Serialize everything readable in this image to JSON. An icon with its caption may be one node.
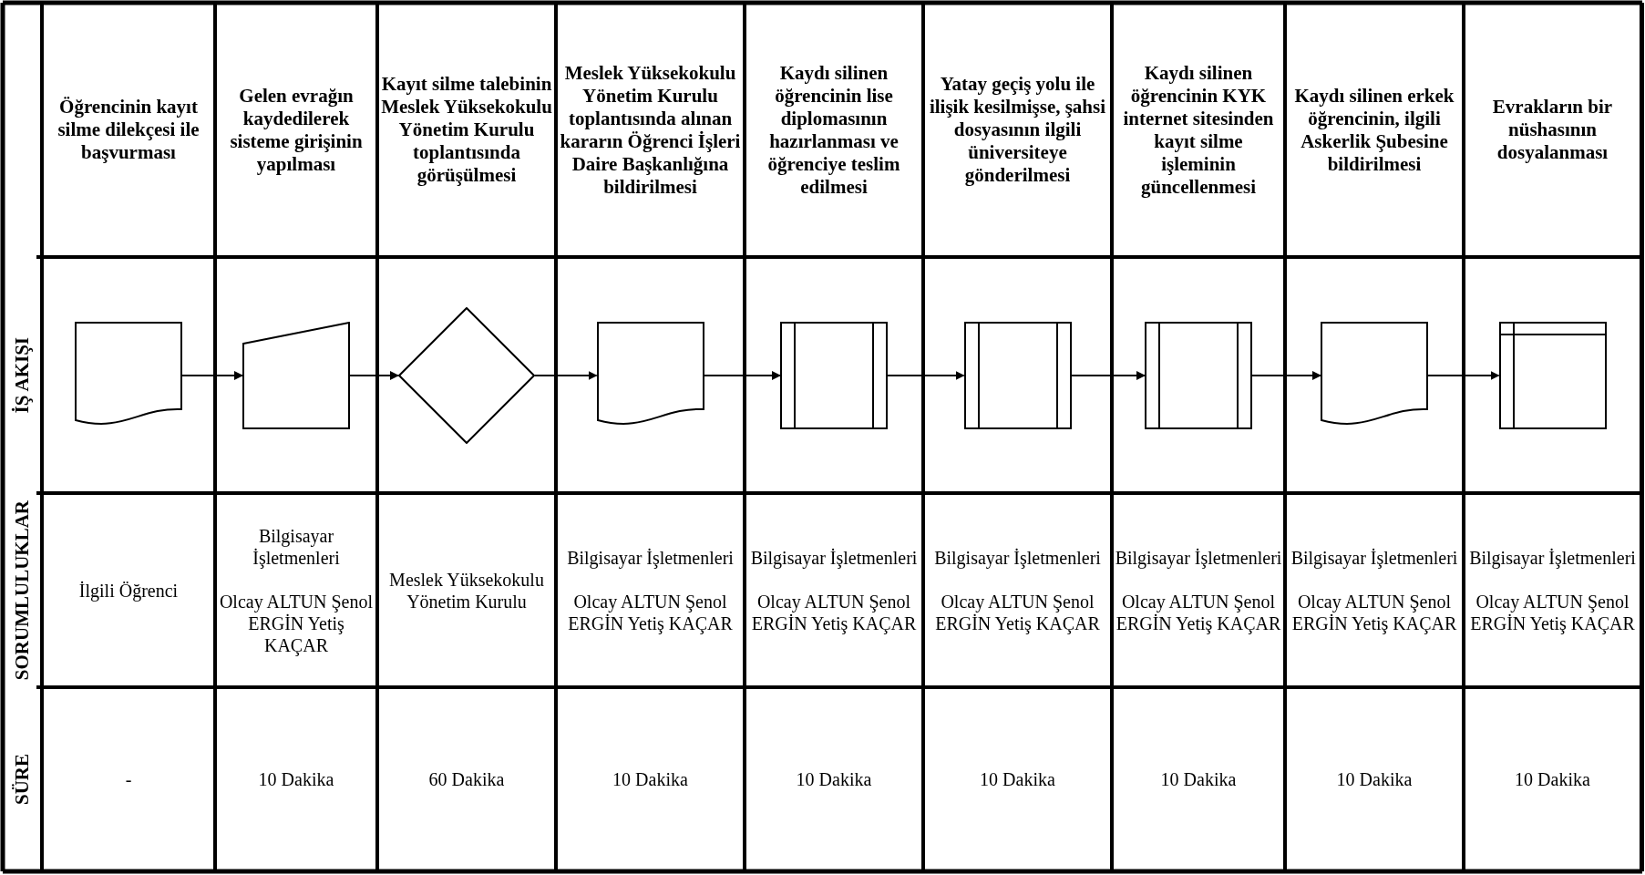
{
  "diagram": {
    "nodes": [
      {
        "text": [],
        "shape": "document"
      },
      {
        "text": [],
        "shape": "trapezoid"
      },
      {
        "text": [],
        "shape": "diamond"
      },
      {
        "text": [],
        "shape": "document"
      },
      {
        "text": [],
        "shape": "box"
      },
      {
        "text": [],
        "shape": "box"
      },
      {
        "text": [],
        "shape": "box"
      },
      {
        "text": [],
        "shape": "document"
      },
      {
        "text": [],
        "shape": "box"
      }
    ],
    "edges": [
      {
        "from": 0,
        "to": 1,
        "arrow": "to"
      },
      {
        "from": 1,
        "to": 2,
        "arrow": "to"
      },
      {
        "from": 2,
        "to": 3,
        "arrow": "to"
      },
      {
        "from": 3,
        "to": 4,
        "arrow": "to"
      },
      {
        "from": 4,
        "to": 5,
        "arrow": "to"
      },
      {
        "from": 5,
        "to": 6,
        "arrow": "to"
      },
      {
        "from": 6,
        "to": 7,
        "arrow": "to"
      },
      {
        "from": 7,
        "to": 8,
        "arrow": "to"
      }
    ],
    "labels": [
      "Öğrencinin kayıt silme dilekçesi ile başvurması",
      "Gelen evrağın kaydedilerek sisteme girişinin yapılması",
      "Kayıt  silme talebinin Meslek Yüksekokulu Yönetim Kurulu toplantısında görüşülmesi",
      "Meslek Yüksekokulu Yönetim Kurulu toplantısında alınan kararın Öğrenci İşleri Daire Başkanlığına bildirilmesi",
      "Kaydı silinen öğrencinin lise diplomasının hazırlanması ve öğrenciye teslim edilmesi",
      "Yatay geçiş yolu ile ilişik kesilmişse, şahsi dosyasının ilgili üniversiteye gönderilmesi",
      "Kaydı silinen öğrencinin KYK internet sitesinden kayıt silme işleminin güncellenmesi",
      "Kaydı silinen erkek öğrencinin, ilgili Askerlik Şubesine bildirilmesi",
      "Evrakların bir nüshasının dosyalanması",
      "İŞ AKIŞI",
      "SORUMLULUKLAR",
      "İlgili Öğrenci",
      "Bilgisayar İşletmenleri",
      "Olcay ALTUN Şenol ERGİN Yetiş KAÇAR",
      "Meslek Yüksekokulu Yönetim Kurulu",
      "Bilgisayar İşletmenleri",
      "Olcay ALTUN Şenol ERGİN Yetiş KAÇAR",
      "Bilgisayar İşletmenleri",
      "Olcay ALTUN Şenol ERGİN Yetiş KAÇAR",
      "Bilgisayar İşletmenleri",
      "Olcay ALTUN Şenol ERGİN Yetiş KAÇAR",
      "Bilgisayar İşletmenleri",
      "Olcay ALTUN Şenol ERGİN Yetiş KAÇAR",
      "Bilgisayar İşletmenleri",
      "Olcay ALTUN Şenol ERGİN Yetiş KAÇAR",
      "Bilgisayar İşletmenleri",
      "Olcay ALTUN Şenol ERGİN Yetiş KAÇAR",
      "SÜRE",
      "-",
      "10 Dakika",
      "60 Dakika",
      "10 Dakika",
      "10 Dakika",
      "10 Dakika",
      "10 Dakika",
      "10 Dakika",
      "10 Dakika"
    ]
  }
}
